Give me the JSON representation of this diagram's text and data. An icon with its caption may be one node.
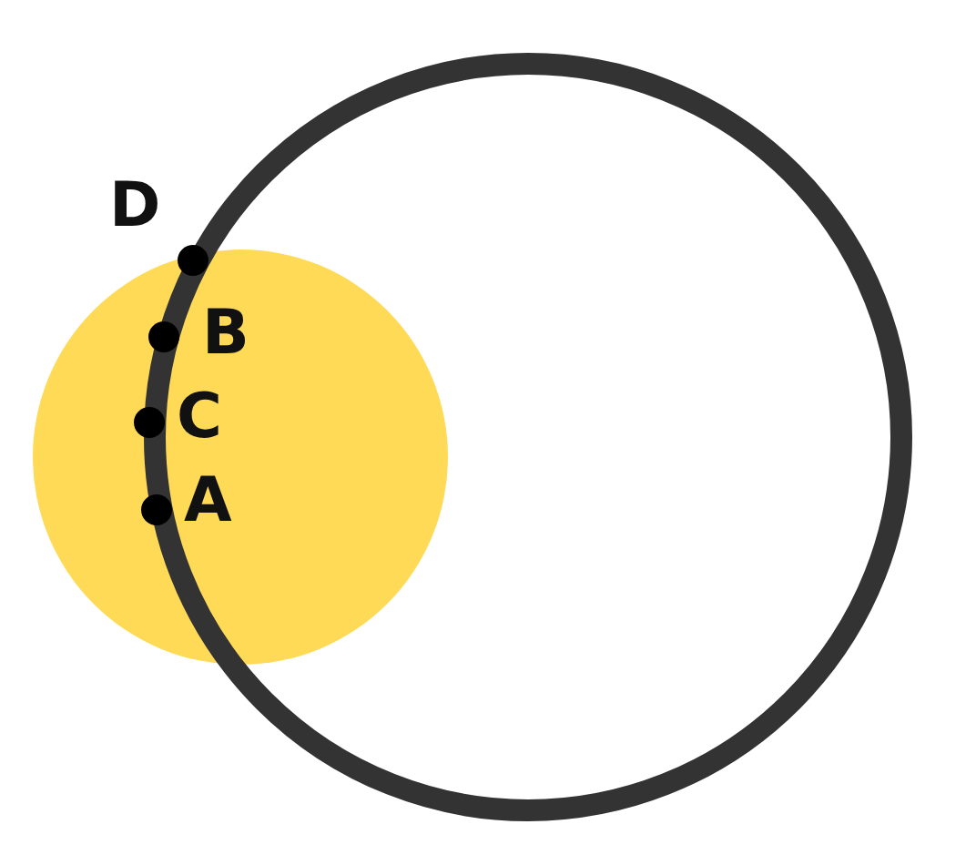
{
  "diagram": {
    "labels": [
      "D",
      "B",
      "C",
      "A"
    ]
  }
}
